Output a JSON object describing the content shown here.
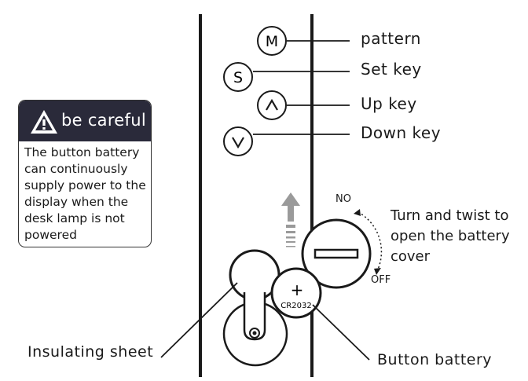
{
  "keys": [
    {
      "symbol": "M",
      "label": "pattern"
    },
    {
      "symbol": "S",
      "label": "Set key"
    },
    {
      "symbol": "∧",
      "label": "Up key"
    },
    {
      "symbol": "∨",
      "label": "Down key"
    }
  ],
  "warning": {
    "title": "be careful",
    "body": "The button battery can continuously supply power to the display when the desk lamp is not powered",
    "icon": "warning-triangle-icon"
  },
  "cover": {
    "no_label": "NO",
    "off_label": "OFF",
    "instruction": "Turn and twist to open the battery cover"
  },
  "battery": {
    "model": "CR2032",
    "polarity": "+",
    "label": "Button battery"
  },
  "insulating_sheet": {
    "label": "Insulating sheet"
  },
  "colors": {
    "stroke": "#1a1a1a",
    "warning_header": "#2a2a3a",
    "arrow_gray": "#9a9a9a"
  }
}
